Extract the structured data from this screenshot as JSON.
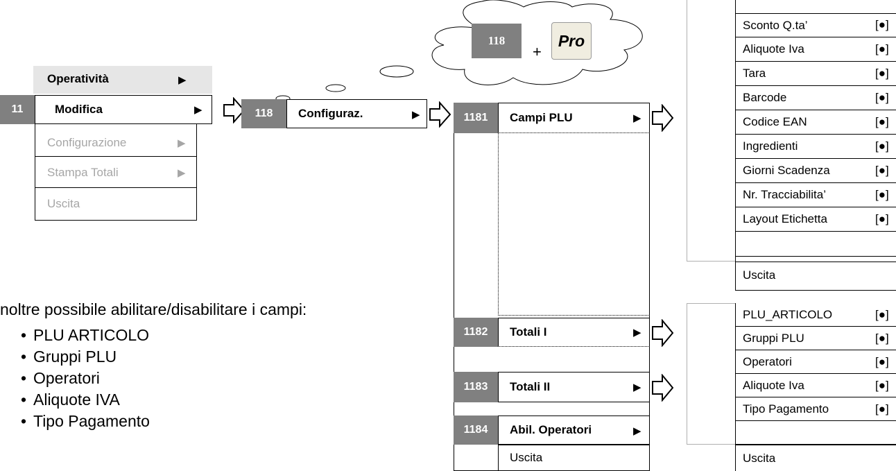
{
  "menu_main": {
    "operativita": "Operatività",
    "modifica_num": "11",
    "modifica": "Modifica",
    "configurazione": "Configurazione",
    "stampa_totali": "Stampa Totali",
    "uscita": "Uscita"
  },
  "level2": {
    "num": "118",
    "label": "Configuraz."
  },
  "cloud": {
    "num": "118",
    "plus": "+",
    "pro": "Pro"
  },
  "level3": {
    "campi_plu": {
      "num": "1181",
      "label": "Campi PLU"
    },
    "totali_i": {
      "num": "1182",
      "label": "Totali I"
    },
    "totali_ii": {
      "num": "1183",
      "label": "Totali II"
    },
    "abil_operatori": {
      "num": "1184",
      "label": "Abil. Operatori"
    },
    "uscita": "Uscita"
  },
  "fields_plu": {
    "items": [
      "Sconto Q.ta’",
      "Aliquote Iva",
      "Tara",
      "Barcode",
      "Codice EAN",
      "Ingredienti",
      "Giorni Scadenza",
      "Nr. Tracciabilita’",
      "Layout Etichetta"
    ],
    "mark": "[●]",
    "uscita": "Uscita"
  },
  "fields_totali": {
    "items": [
      "PLU_ARTICOLO",
      "Gruppi PLU",
      "Operatori",
      "Aliquote Iva",
      "Tipo Pagamento"
    ],
    "mark": "[●]",
    "uscita": "Uscita"
  },
  "note": {
    "intro": "noltre possibile abilitare/disabilitare i campi:",
    "bullet": "•",
    "items": [
      "PLU ARTICOLO",
      "Gruppi PLU",
      "Operatori",
      "Aliquote IVA",
      "Tipo Pagamento"
    ]
  }
}
